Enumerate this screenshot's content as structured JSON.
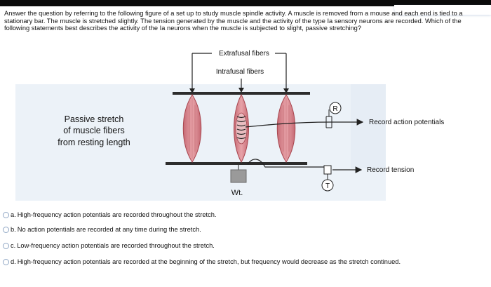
{
  "question": {
    "text": "Answer the question by referring to the following figure of a set up to study muscle spindle activity.  A muscle is removed from a mouse and each end is tied to a stationary bar.  The muscle is stretched slightly.  The tension generated by the muscle and the activity of the type Ia sensory neurons are recorded.  Which of the following statements best describes the activity of the Ia neurons when the muscle is subjected to slight, passive stretching?"
  },
  "figure": {
    "label_extrafusal": "Extrafusal fibers",
    "label_intrafusal": "Intrafusal fibers",
    "label_passive_1": "Passive stretch",
    "label_passive_2": "of muscle fibers",
    "label_passive_3": "from resting length",
    "label_record_ap": "Record action potentials",
    "label_record_tension": "Record tension",
    "label_weight": "Wt.",
    "symbol_r": "R",
    "symbol_t": "T"
  },
  "options": [
    {
      "letter": "a.",
      "text": "High-frequency action potentials are recorded throughout the stretch."
    },
    {
      "letter": "b.",
      "text": "No action potentials are recorded at any time during the stretch."
    },
    {
      "letter": "c.",
      "text": "Low-frequency action potentials are recorded throughout the stretch."
    },
    {
      "letter": "d.",
      "text": "High-frequency action potentials are recorded at the beginning of the stretch, but frequency would decrease as the stretch continued."
    }
  ],
  "colors": {
    "muscle_fill": "#d98e95",
    "muscle_stroke": "#a8464f",
    "background_tint": "#e6edf6",
    "radio_border": "#8fa6c4"
  }
}
